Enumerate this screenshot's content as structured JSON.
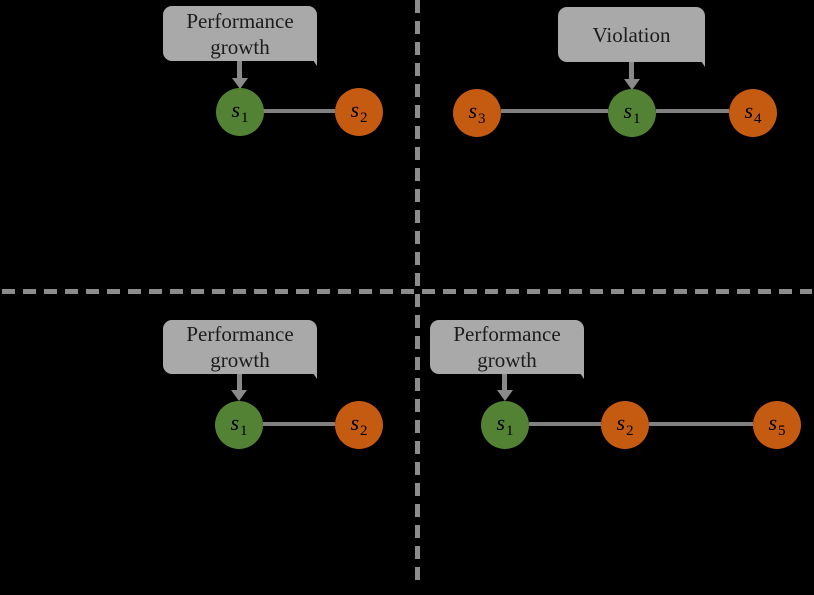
{
  "figure": {
    "background": "#000000",
    "colors": {
      "node_green": "#548235",
      "node_orange": "#C55A11",
      "callout_fill": "#A9A9A9",
      "callout_text": "#1C1C1C",
      "connector_gray": "#808080",
      "arrow_gray": "#8A8A8A",
      "divider_gray": "#8C8C8C"
    },
    "panels": [
      {
        "id": "top-left",
        "callout": {
          "lines": [
            "Performance",
            "growth"
          ]
        },
        "nodes": [
          {
            "label": "s",
            "sub": "1",
            "color": "green"
          },
          {
            "label": "s",
            "sub": "2",
            "color": "orange"
          }
        ]
      },
      {
        "id": "top-right",
        "callout": {
          "lines": [
            "Violation"
          ]
        },
        "nodes": [
          {
            "label": "s",
            "sub": "3",
            "color": "orange"
          },
          {
            "label": "s",
            "sub": "1",
            "color": "green"
          },
          {
            "label": "s",
            "sub": "4",
            "color": "orange"
          }
        ]
      },
      {
        "id": "bottom-left",
        "callout": {
          "lines": [
            "Performance",
            "growth"
          ]
        },
        "nodes": [
          {
            "label": "s",
            "sub": "1",
            "color": "green"
          },
          {
            "label": "s",
            "sub": "2",
            "color": "orange"
          }
        ]
      },
      {
        "id": "bottom-right",
        "callout": {
          "lines": [
            "Performance",
            "growth"
          ]
        },
        "nodes": [
          {
            "label": "s",
            "sub": "1",
            "color": "green"
          },
          {
            "label": "s",
            "sub": "2",
            "color": "orange"
          },
          {
            "label": "s",
            "sub": "5",
            "color": "orange"
          }
        ]
      }
    ]
  }
}
